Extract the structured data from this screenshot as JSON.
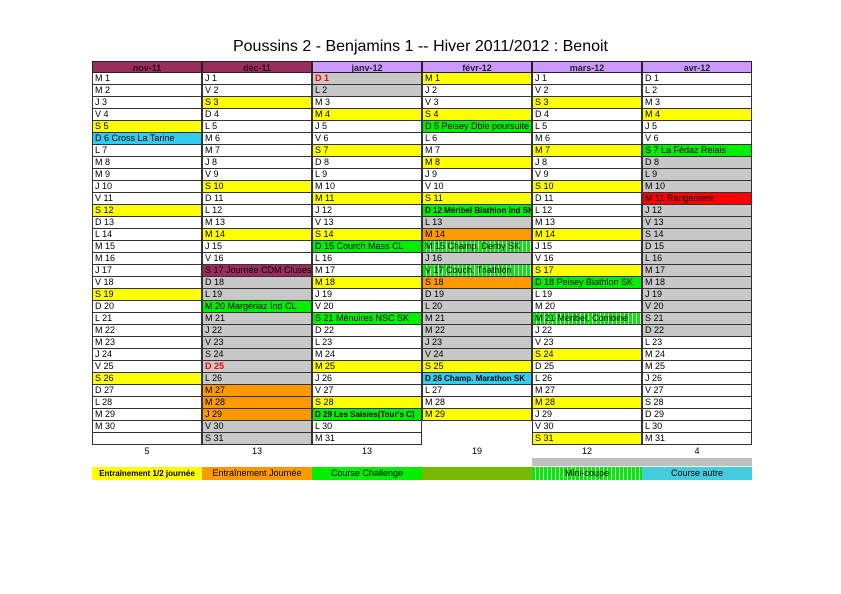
{
  "title": "Poussins 2 - Benjamins 1 -- Hiver 2011/2012 : Benoit",
  "months": [
    {
      "label": "nov-11",
      "header_style": "dark",
      "count": "5",
      "days": [
        {
          "t": "M 1",
          "c": "white"
        },
        {
          "t": "M 2",
          "c": "white"
        },
        {
          "t": "J 3",
          "c": "white"
        },
        {
          "t": "V 4",
          "c": "white"
        },
        {
          "t": "S 5",
          "c": "yellow"
        },
        {
          "t": "D 6 Cross La Tarine",
          "c": "cyan"
        },
        {
          "t": "L 7",
          "c": "white"
        },
        {
          "t": "M 8",
          "c": "white"
        },
        {
          "t": "M 9",
          "c": "white"
        },
        {
          "t": "J 10",
          "c": "white"
        },
        {
          "t": "V 11",
          "c": "white"
        },
        {
          "t": "S 12",
          "c": "yellow"
        },
        {
          "t": "D 13",
          "c": "white"
        },
        {
          "t": "L 14",
          "c": "white"
        },
        {
          "t": "M 15",
          "c": "white"
        },
        {
          "t": "M 16",
          "c": "white"
        },
        {
          "t": "J 17",
          "c": "white"
        },
        {
          "t": "V 18",
          "c": "white"
        },
        {
          "t": "S 19",
          "c": "yellow"
        },
        {
          "t": "D 20",
          "c": "white"
        },
        {
          "t": "L 21",
          "c": "white"
        },
        {
          "t": "M 22",
          "c": "white"
        },
        {
          "t": "M 23",
          "c": "white"
        },
        {
          "t": "J 24",
          "c": "white"
        },
        {
          "t": "V 25",
          "c": "white"
        },
        {
          "t": "S 26",
          "c": "yellow"
        },
        {
          "t": "D 27",
          "c": "white"
        },
        {
          "t": "L 28",
          "c": "white"
        },
        {
          "t": "M 29",
          "c": "white"
        },
        {
          "t": "M 30",
          "c": "white"
        },
        {
          "t": "",
          "c": "white"
        }
      ]
    },
    {
      "label": "déc-11",
      "header_style": "dark",
      "count": "13",
      "days": [
        {
          "t": "J 1",
          "c": "white"
        },
        {
          "t": "V 2",
          "c": "white"
        },
        {
          "t": "S 3",
          "c": "yellow"
        },
        {
          "t": "D 4",
          "c": "white"
        },
        {
          "t": "L 5",
          "c": "white"
        },
        {
          "t": "M 6",
          "c": "white"
        },
        {
          "t": "M 7",
          "c": "white"
        },
        {
          "t": "J 8",
          "c": "white"
        },
        {
          "t": "V 9",
          "c": "white"
        },
        {
          "t": "S 10",
          "c": "yellow"
        },
        {
          "t": "D 11",
          "c": "white"
        },
        {
          "t": "L 12",
          "c": "white"
        },
        {
          "t": "M 13",
          "c": "white"
        },
        {
          "t": "M 14",
          "c": "yellow"
        },
        {
          "t": "J 15",
          "c": "white"
        },
        {
          "t": "V 16",
          "c": "white"
        },
        {
          "t": "S 17 Journée CDM Cluses",
          "c": "purple"
        },
        {
          "t": "D 18",
          "c": "grey"
        },
        {
          "t": "L 19",
          "c": "grey"
        },
        {
          "t": "M 20 Margériaz Ind CL",
          "c": "green"
        },
        {
          "t": "M 21",
          "c": "grey"
        },
        {
          "t": "J 22",
          "c": "grey"
        },
        {
          "t": "V 23",
          "c": "grey"
        },
        {
          "t": "S 24",
          "c": "grey"
        },
        {
          "t": "D 25",
          "c": "grey",
          "red": true
        },
        {
          "t": "L 26",
          "c": "grey"
        },
        {
          "t": "M 27",
          "c": "orange"
        },
        {
          "t": "M 28",
          "c": "orange"
        },
        {
          "t": "J 29",
          "c": "orange"
        },
        {
          "t": "V 30",
          "c": "grey"
        },
        {
          "t": "S 31",
          "c": "grey"
        }
      ]
    },
    {
      "label": "janv-12",
      "header_style": "light",
      "count": "13",
      "days": [
        {
          "t": "D 1",
          "c": "grey",
          "red": true
        },
        {
          "t": "L 2",
          "c": "grey"
        },
        {
          "t": "M 3",
          "c": "white"
        },
        {
          "t": "M 4",
          "c": "yellow"
        },
        {
          "t": "J 5",
          "c": "white"
        },
        {
          "t": "V 6",
          "c": "white"
        },
        {
          "t": "S 7",
          "c": "yellow"
        },
        {
          "t": "D 8",
          "c": "white"
        },
        {
          "t": "L 9",
          "c": "white"
        },
        {
          "t": "M 10",
          "c": "white"
        },
        {
          "t": "M 11",
          "c": "yellow"
        },
        {
          "t": "J 12",
          "c": "white"
        },
        {
          "t": "V 13",
          "c": "white"
        },
        {
          "t": "S 14",
          "c": "yellow"
        },
        {
          "t": "D 15 Courch Mass CL",
          "c": "green"
        },
        {
          "t": "L 16",
          "c": "white"
        },
        {
          "t": "M 17",
          "c": "white"
        },
        {
          "t": "M 18",
          "c": "yellow"
        },
        {
          "t": "J 19",
          "c": "white"
        },
        {
          "t": "V 20",
          "c": "white"
        },
        {
          "t": "S 21 Ménuires NSC SK",
          "c": "green"
        },
        {
          "t": "D 22",
          "c": "white"
        },
        {
          "t": "L 23",
          "c": "white"
        },
        {
          "t": "M 24",
          "c": "white"
        },
        {
          "t": "M 25",
          "c": "yellow"
        },
        {
          "t": "J 26",
          "c": "white"
        },
        {
          "t": "V 27",
          "c": "white"
        },
        {
          "t": "S 28",
          "c": "yellow"
        },
        {
          "t": "D 29 Les Saisies(Tour's C)",
          "c": "green"
        },
        {
          "t": "L 30",
          "c": "white"
        },
        {
          "t": "M 31",
          "c": "white"
        }
      ]
    },
    {
      "label": "févr-12",
      "header_style": "light",
      "count": "19",
      "days": [
        {
          "t": "M 1",
          "c": "yellow"
        },
        {
          "t": "J 2",
          "c": "white"
        },
        {
          "t": "V 3",
          "c": "white"
        },
        {
          "t": "S 4",
          "c": "yellow"
        },
        {
          "t": "D 5 Peisey Dble poursuite",
          "c": "green"
        },
        {
          "t": "L 6",
          "c": "white"
        },
        {
          "t": "M 7",
          "c": "white"
        },
        {
          "t": "M 8",
          "c": "yellow"
        },
        {
          "t": "J 9",
          "c": "white"
        },
        {
          "t": "V 10",
          "c": "white"
        },
        {
          "t": "S 11",
          "c": "yellow"
        },
        {
          "t": "D 12 Méribel Biathlon Ind SK",
          "c": "green"
        },
        {
          "t": "L 13",
          "c": "grey"
        },
        {
          "t": "M 14",
          "c": "orange"
        },
        {
          "t": "M 15 Champ. Derby SK",
          "c": "green-stripe"
        },
        {
          "t": "J 16",
          "c": "grey"
        },
        {
          "t": "V 17 Couch. Triathlon",
          "c": "green-stripe"
        },
        {
          "t": "S 18",
          "c": "orange"
        },
        {
          "t": "D 19",
          "c": "grey"
        },
        {
          "t": "L 20",
          "c": "grey"
        },
        {
          "t": "M 21",
          "c": "grey"
        },
        {
          "t": "M 22",
          "c": "grey"
        },
        {
          "t": "J 23",
          "c": "grey"
        },
        {
          "t": "V 24",
          "c": "grey"
        },
        {
          "t": "S 25",
          "c": "yellow"
        },
        {
          "t": "D 26 Champ. Marathon SK",
          "c": "cyan"
        },
        {
          "t": "L 27",
          "c": "white"
        },
        {
          "t": "M 28",
          "c": "white"
        },
        {
          "t": "M 29",
          "c": "yellow"
        }
      ]
    },
    {
      "label": "mars-12",
      "header_style": "light",
      "count": "12",
      "days": [
        {
          "t": "J 1",
          "c": "white"
        },
        {
          "t": "V 2",
          "c": "white"
        },
        {
          "t": "S 3",
          "c": "yellow"
        },
        {
          "t": "D 4",
          "c": "white"
        },
        {
          "t": "L 5",
          "c": "white"
        },
        {
          "t": "M 6",
          "c": "white"
        },
        {
          "t": "M 7",
          "c": "yellow"
        },
        {
          "t": "J 8",
          "c": "white"
        },
        {
          "t": "V 9",
          "c": "white"
        },
        {
          "t": "S 10",
          "c": "yellow"
        },
        {
          "t": "D 11",
          "c": "white"
        },
        {
          "t": "L 12",
          "c": "white"
        },
        {
          "t": "M 13",
          "c": "white"
        },
        {
          "t": "M 14",
          "c": "yellow"
        },
        {
          "t": "J 15",
          "c": "white"
        },
        {
          "t": "V 16",
          "c": "white"
        },
        {
          "t": "S 17",
          "c": "yellow"
        },
        {
          "t": "D 18 Peisey Biathlon SK",
          "c": "green"
        },
        {
          "t": "L 19",
          "c": "white"
        },
        {
          "t": "M 20",
          "c": "white"
        },
        {
          "t": "M 21 Méribel, Combiné",
          "c": "green-stripe"
        },
        {
          "t": "J 22",
          "c": "white"
        },
        {
          "t": "V 23",
          "c": "white"
        },
        {
          "t": "S 24",
          "c": "yellow"
        },
        {
          "t": "D 25",
          "c": "white"
        },
        {
          "t": "L 26",
          "c": "white"
        },
        {
          "t": "M 27",
          "c": "white"
        },
        {
          "t": "M 28",
          "c": "yellow"
        },
        {
          "t": "J 29",
          "c": "white"
        },
        {
          "t": "V 30",
          "c": "white"
        },
        {
          "t": "S 31",
          "c": "yellow"
        }
      ]
    },
    {
      "label": "avr-12",
      "header_style": "light",
      "count": "4",
      "days": [
        {
          "t": "D 1",
          "c": "white"
        },
        {
          "t": "L 2",
          "c": "white"
        },
        {
          "t": "M 3",
          "c": "white"
        },
        {
          "t": "M 4",
          "c": "yellow"
        },
        {
          "t": "J 5",
          "c": "white"
        },
        {
          "t": "V 6",
          "c": "white"
        },
        {
          "t": "S 7 La Fédaz Relais",
          "c": "green"
        },
        {
          "t": "D 8",
          "c": "grey"
        },
        {
          "t": "L 9",
          "c": "grey"
        },
        {
          "t": "M 10",
          "c": "grey"
        },
        {
          "t": "M 11 Rangement",
          "c": "red"
        },
        {
          "t": "J 12",
          "c": "grey"
        },
        {
          "t": "V 13",
          "c": "grey"
        },
        {
          "t": "S 14",
          "c": "grey"
        },
        {
          "t": "D 15",
          "c": "grey"
        },
        {
          "t": "L 16",
          "c": "grey"
        },
        {
          "t": "M 17",
          "c": "grey"
        },
        {
          "t": "M 18",
          "c": "grey"
        },
        {
          "t": "J 19",
          "c": "grey"
        },
        {
          "t": "V 20",
          "c": "grey"
        },
        {
          "t": "S 21",
          "c": "grey"
        },
        {
          "t": "D 22",
          "c": "grey"
        },
        {
          "t": "L 23",
          "c": "white"
        },
        {
          "t": "M 24",
          "c": "white"
        },
        {
          "t": "M 25",
          "c": "white"
        },
        {
          "t": "J 26",
          "c": "white"
        },
        {
          "t": "V 27",
          "c": "white"
        },
        {
          "t": "S 28",
          "c": "white"
        },
        {
          "t": "D 29",
          "c": "white"
        },
        {
          "t": "L 30",
          "c": "white"
        },
        {
          "t": "M 31",
          "c": "white"
        }
      ]
    }
  ],
  "legend": [
    {
      "label": "Entraînement 1/2 journée",
      "cls": "y"
    },
    {
      "label": "Entraînement Journée",
      "cls": "o"
    },
    {
      "label": "Course Challenge",
      "cls": "g"
    },
    {
      "label": "",
      "cls": "og"
    },
    {
      "label": "Mini-coupe",
      "cls": "mg"
    },
    {
      "label": "Course autre",
      "cls": "c"
    }
  ],
  "colors": {
    "yellow": "#ffff00",
    "orange": "#ff9900",
    "green": "#00ee00",
    "cyan": "#33ccee",
    "grey": "#c8c8c8",
    "purple": "#9b2d5e",
    "red": "#ff0000",
    "header_light": "#cc99ff"
  }
}
